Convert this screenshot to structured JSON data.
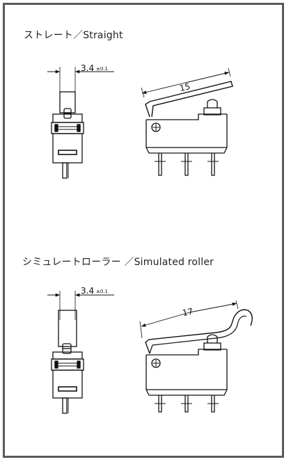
{
  "sections": [
    {
      "heading": "ストレート／Straight",
      "side_dimension": "3.4",
      "side_tolerance": "±0.1",
      "lever_dimension": "15"
    },
    {
      "heading": "シミュレートローラー ／Simulated roller",
      "side_dimension": "3.4",
      "side_tolerance": "±0.1",
      "lever_dimension": "17"
    }
  ],
  "colors": {
    "frame": "#5a5a5a",
    "line": "#111111"
  }
}
